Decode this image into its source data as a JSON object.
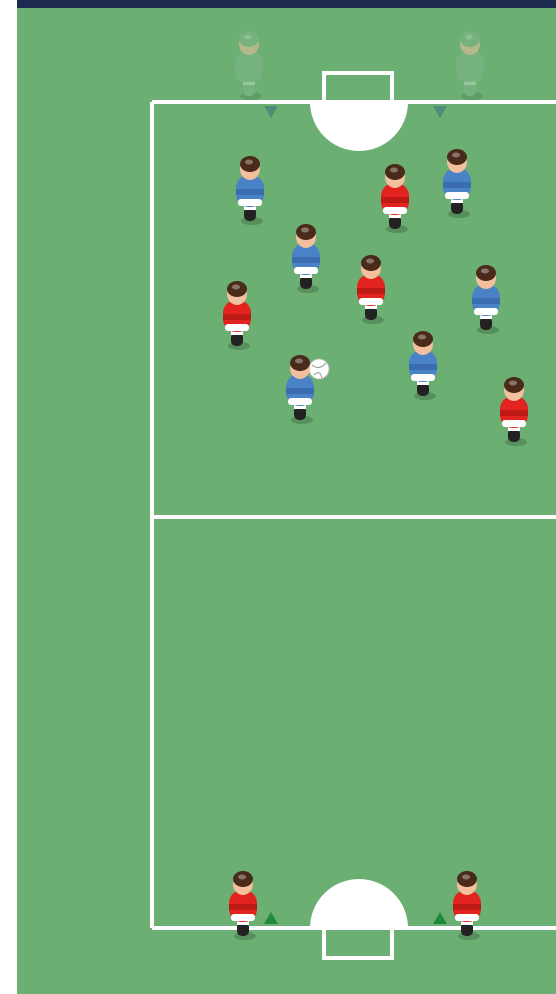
{
  "colors": {
    "frame": "#1b2a4e",
    "grass": "#6baf72",
    "lines": "#ffffff",
    "circle_fill": "#ffffff",
    "marker_top": "#4d8e78",
    "marker_bottom": "#1f8a3a",
    "red_team": "#e3231f",
    "red_team_dark": "#a3130f",
    "blue_team": "#4a82c8",
    "blue_team_dark": "#2b5c9a",
    "skin": "#f2c09e",
    "hair": "#4a2a1a",
    "ghost_team": "#7fb68a"
  },
  "players": [
    {
      "team": "ghost",
      "side": "top-left"
    },
    {
      "team": "ghost",
      "side": "top-right"
    },
    {
      "team": "blue",
      "role": "attacker"
    },
    {
      "team": "red",
      "role": "defender"
    },
    {
      "team": "blue",
      "role": "attacker"
    },
    {
      "team": "blue",
      "role": "attacker"
    },
    {
      "team": "red",
      "role": "defender"
    },
    {
      "team": "red",
      "role": "defender"
    },
    {
      "team": "blue",
      "role": "attacker"
    },
    {
      "team": "blue",
      "role": "attacker",
      "has_ball": true
    },
    {
      "team": "blue",
      "role": "attacker"
    },
    {
      "team": "red",
      "role": "defender"
    },
    {
      "team": "red",
      "role": "goalkeeper-left"
    },
    {
      "team": "red",
      "role": "goalkeeper-right"
    }
  ],
  "markers": [
    {
      "direction": "down",
      "area": "top"
    },
    {
      "direction": "down",
      "area": "top"
    },
    {
      "direction": "up",
      "area": "bottom"
    },
    {
      "direction": "up",
      "area": "bottom"
    }
  ]
}
